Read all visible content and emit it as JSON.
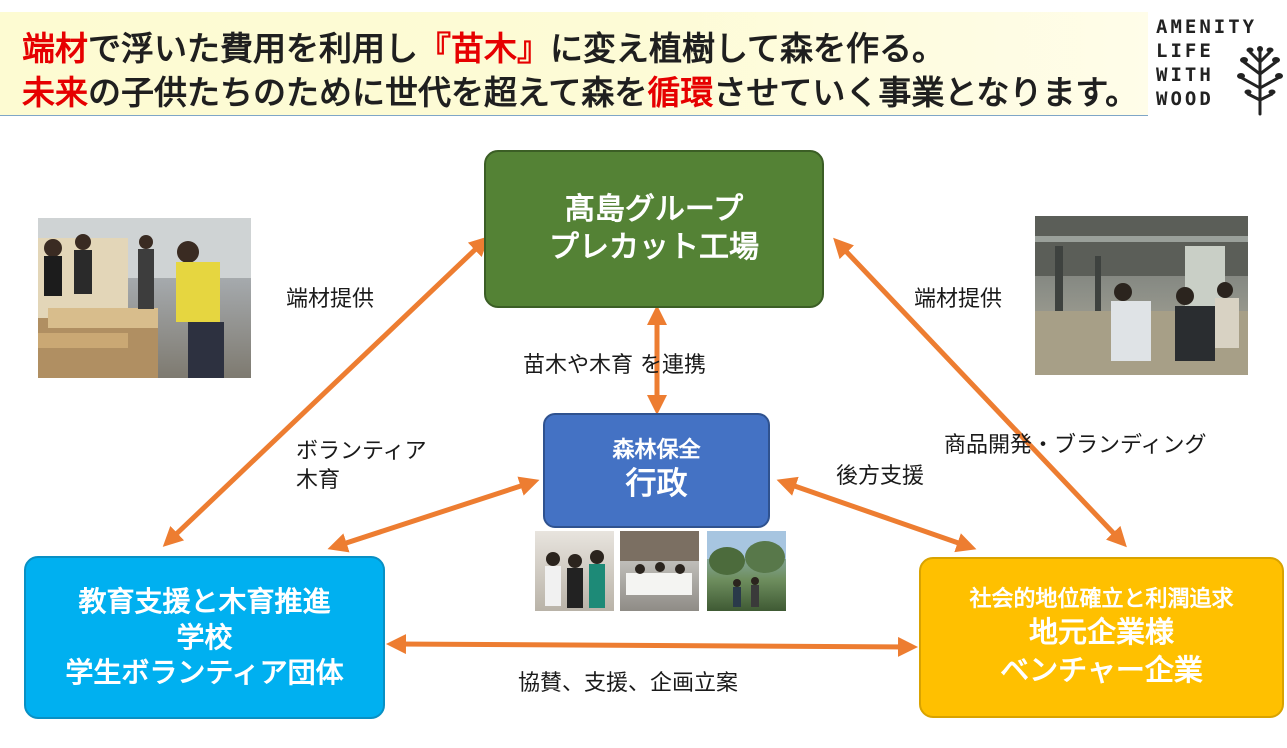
{
  "header": {
    "line1": [
      {
        "text": "端材",
        "color": "red"
      },
      {
        "text": "で浮いた費用を利用し",
        "color": "black"
      },
      {
        "text": "『苗木』",
        "color": "red"
      },
      {
        "text": "に変え植樹して森を作る。",
        "color": "black"
      }
    ],
    "line2": [
      {
        "text": "未来",
        "color": "red"
      },
      {
        "text": "の子供たちのために世代を超えて森を",
        "color": "black"
      },
      {
        "text": "循環",
        "color": "red"
      },
      {
        "text": "させていく事業となります。",
        "color": "black"
      }
    ]
  },
  "logo": {
    "lines": [
      "AMENITY",
      "LIFE",
      "WITH",
      "WOOD"
    ]
  },
  "nodes": {
    "factory": {
      "line1": "髙島グループ",
      "line2": "プレカット工場"
    },
    "government": {
      "line1": "森林保全",
      "line2": "行政"
    },
    "school": {
      "line1": "教育支援と木育推進",
      "line2": "学校",
      "line3": "学生ボランティア団体"
    },
    "corporate": {
      "line1": "社会的地位確立と利潤追求",
      "line2": "地元企業様",
      "line3": "ベンチャー企業"
    }
  },
  "edges": {
    "factory_school": "端材提供",
    "factory_corporate": "端材提供",
    "factory_government": "苗木や木育 を連携",
    "government_school_line1": "ボランティア",
    "government_school_line2": "木育",
    "government_corporate": "後方支援",
    "corporate_product": "商品開発・ブランディング",
    "school_corporate": "協賛、支援、企画立案"
  },
  "colors": {
    "accent_red": "#e60000",
    "arrow": "#ed7d31",
    "factory": "#548235",
    "government": "#4472c4",
    "school": "#00b0f0",
    "corporate": "#ffc000"
  }
}
